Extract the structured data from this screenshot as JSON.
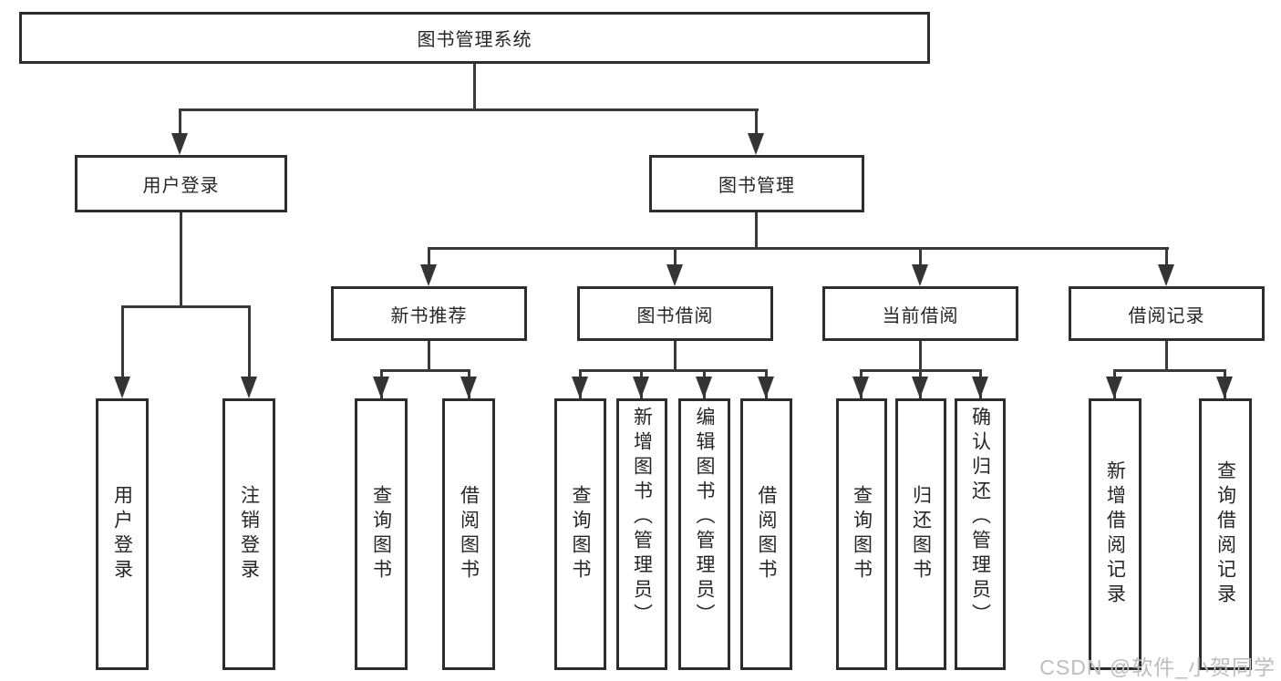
{
  "diagram": {
    "root": {
      "label": "图书管理系统"
    },
    "branches": [
      {
        "label": "用户登录",
        "children": [
          {
            "label": "用户登录"
          },
          {
            "label": "注销登录"
          }
        ]
      },
      {
        "label": "图书管理",
        "children": [
          {
            "label": "新书推荐",
            "children": [
              {
                "label": "查询图书"
              },
              {
                "label": "借阅图书"
              }
            ]
          },
          {
            "label": "图书借阅",
            "children": [
              {
                "label": "查询图书"
              },
              {
                "label": "新增图书（管理员）"
              },
              {
                "label": "编辑图书（管理员）"
              },
              {
                "label": "借阅图书"
              }
            ]
          },
          {
            "label": "当前借阅",
            "children": [
              {
                "label": "查询图书"
              },
              {
                "label": "归还图书"
              },
              {
                "label": "确认归还（管理员）"
              }
            ]
          },
          {
            "label": "借阅记录",
            "children": [
              {
                "label": "新增借阅记录"
              },
              {
                "label": "查询借阅记录"
              }
            ]
          }
        ]
      }
    ]
  },
  "watermark": {
    "text": "CSDN @软件_小贺同学"
  },
  "colors": {
    "line": "#3a3a3a",
    "box_border": "#2d2d2d",
    "background": "#ffffff",
    "text": "#262626",
    "watermark": "#bdbdbd"
  }
}
